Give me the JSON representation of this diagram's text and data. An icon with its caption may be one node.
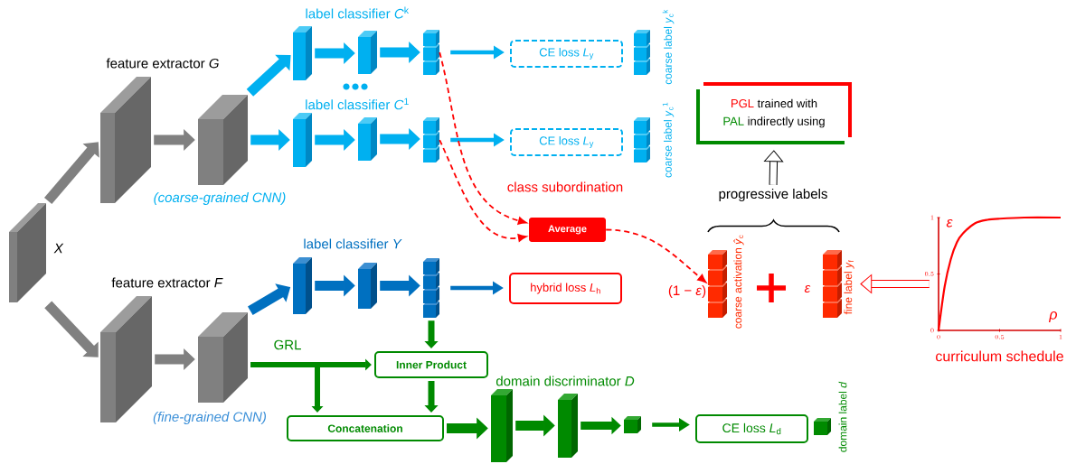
{
  "diagram": {
    "nodes": [
      {
        "text": [],
        "shape": "block",
        "beside": [
          "*X*"
        ]
      },
      {
        "text": [],
        "shape": "block",
        "beside": [
          "feature extractor *G*"
        ]
      },
      {
        "text": [],
        "shape": "block",
        "beside": [
          "(coarse-grained CNN)"
        ]
      },
      {
        "text": [],
        "shape": "block",
        "beside": [
          "label classifier *C*$^{k}$"
        ]
      },
      {
        "text": [],
        "shape": "block"
      },
      {
        "text": [],
        "shape": "stack"
      },
      {
        "text": [],
        "shape": "block",
        "beside": [
          "label classifier *C*$^{1}$"
        ]
      },
      {
        "text": [],
        "shape": "block"
      },
      {
        "text": [],
        "shape": "stack"
      },
      {
        "text": [
          "CE loss *L*$_{y}$"
        ]
      },
      {
        "text": [],
        "shape": "stack",
        "beside": [
          "coarse label *y*$_{c}$$^{k}$"
        ]
      },
      {
        "text": [
          "CE loss *L*$_{y}$"
        ]
      },
      {
        "text": [],
        "shape": "stack",
        "beside": [
          "coarse label *y*$_{c}$$^{1}$"
        ]
      },
      {
        "text": [
          "Average"
        ]
      },
      {
        "text": [],
        "shape": "block",
        "beside": [
          "label classifier *Y*"
        ]
      },
      {
        "text": [],
        "shape": "block"
      },
      {
        "text": [],
        "shape": "stack"
      },
      {
        "text": [
          "hybrid loss *L*$_{h}$"
        ]
      },
      {
        "text": [],
        "shape": "stack",
        "beside": [
          "coarse activation *ŷ*$_{c}$"
        ]
      },
      {
        "text": [],
        "shape": "stack",
        "beside": [
          "fine label *y*$_{f}$"
        ]
      },
      {
        "text": [
          "PGL",
          "trained with",
          "PAL",
          "indirectly using"
        ]
      },
      {
        "text": [],
        "shape": "block",
        "beside": [
          "feature extractor *F*"
        ]
      },
      {
        "text": [],
        "shape": "block",
        "beside": [
          "(fine-grained CNN)"
        ]
      },
      {
        "text": [
          "Inner Product"
        ]
      },
      {
        "text": [
          "Concatenation"
        ]
      },
      {
        "text": [],
        "shape": "block",
        "beside": [
          "domain discriminator *D*"
        ]
      },
      {
        "text": [],
        "shape": "block"
      },
      {
        "text": [],
        "shape": "cube"
      },
      {
        "text": [
          "CE loss *L*$_{d}$"
        ]
      },
      {
        "text": [],
        "shape": "cube",
        "beside": [
          "domain label *d*"
        ]
      },
      {
        "text": [],
        "shape": "chart"
      },
      {
        "text": [
          "progressive labels"
        ]
      }
    ],
    "edges": [
      {
        "from": 0,
        "to": 1,
        "arrow": "to",
        "color": "#808080"
      },
      {
        "from": 0,
        "to": 21,
        "arrow": "to",
        "color": "#808080"
      },
      {
        "from": 1,
        "to": 2,
        "arrow": "to",
        "color": "#808080"
      },
      {
        "from": 21,
        "to": 22,
        "arrow": "to",
        "color": "#808080"
      },
      {
        "from": 2,
        "to": 3,
        "arrow": "to"
      },
      {
        "from": 2,
        "to": 6,
        "arrow": "to"
      },
      {
        "from": 3,
        "to": 4,
        "arrow": "to"
      },
      {
        "from": 4,
        "to": 5,
        "arrow": "to"
      },
      {
        "from": 6,
        "to": 7,
        "arrow": "to"
      },
      {
        "from": 7,
        "to": 8,
        "arrow": "to"
      },
      {
        "from": 5,
        "to": 9,
        "arrow": "to"
      },
      {
        "from": 8,
        "to": 11,
        "arrow": "to"
      },
      {
        "from": 5,
        "to": 13,
        "arrow": "to",
        "style": "dashed",
        "color": "#ff0000"
      },
      {
        "from": 8,
        "to": 13,
        "arrow": "to",
        "style": "dashed",
        "color": "#ff0000"
      },
      {
        "from": 13,
        "to": 18,
        "arrow": "to",
        "style": "dashed",
        "color": "#ff0000"
      },
      {
        "from": 22,
        "to": 14,
        "arrow": "to",
        "color": "#0070c0"
      },
      {
        "from": 14,
        "to": 15,
        "arrow": "to",
        "color": "#0070c0"
      },
      {
        "from": 15,
        "to": 16,
        "arrow": "to",
        "color": "#0070c0"
      },
      {
        "from": 16,
        "to": 17,
        "arrow": "to",
        "color": "#0070c0"
      },
      {
        "from": 16,
        "to": 23,
        "arrow": "to",
        "color": "#008a00"
      },
      {
        "from": 22,
        "to": 23,
        "arrow": "to",
        "color": "#008a00",
        "label": "GRL"
      },
      {
        "from": 22,
        "to": 24,
        "arrow": "to",
        "color": "#008a00"
      },
      {
        "from": 23,
        "to": 24,
        "arrow": "to",
        "color": "#008a00"
      },
      {
        "from": 24,
        "to": 25,
        "arrow": "to",
        "color": "#008a00"
      },
      {
        "from": 25,
        "to": 26,
        "arrow": "to",
        "color": "#008a00"
      },
      {
        "from": 26,
        "to": 27,
        "arrow": "to",
        "color": "#008a00"
      },
      {
        "from": 27,
        "to": 28,
        "arrow": "to",
        "color": "#008a00"
      },
      {
        "from": 30,
        "to": 19,
        "arrow": "to",
        "color": "#ff0000"
      },
      {
        "from": 31,
        "to": 20,
        "arrow": "to",
        "color": "#000000"
      }
    ],
    "labels": [
      "class subordination",
      "(1 − *ε*)",
      "*ε*"
    ],
    "chart_data": {
      "type": "line",
      "title": "curriculum schedule",
      "xlabel": "*ρ*",
      "ylabel": "*ε*",
      "x": [
        0,
        0.05,
        0.1,
        0.15,
        0.2,
        0.3,
        0.4,
        0.5,
        0.7,
        1
      ],
      "series": [
        {
          "color": "#ff0000",
          "values": [
            0,
            0.39,
            0.63,
            0.78,
            0.86,
            0.95,
            0.98,
            0.99,
            1.0,
            1.0
          ]
        }
      ],
      "xlim": [
        0,
        1
      ],
      "ylim": [
        0,
        1
      ],
      "xticks": [
        0,
        0.5,
        1
      ],
      "yticks": [
        0,
        0.5,
        1
      ]
    }
  }
}
